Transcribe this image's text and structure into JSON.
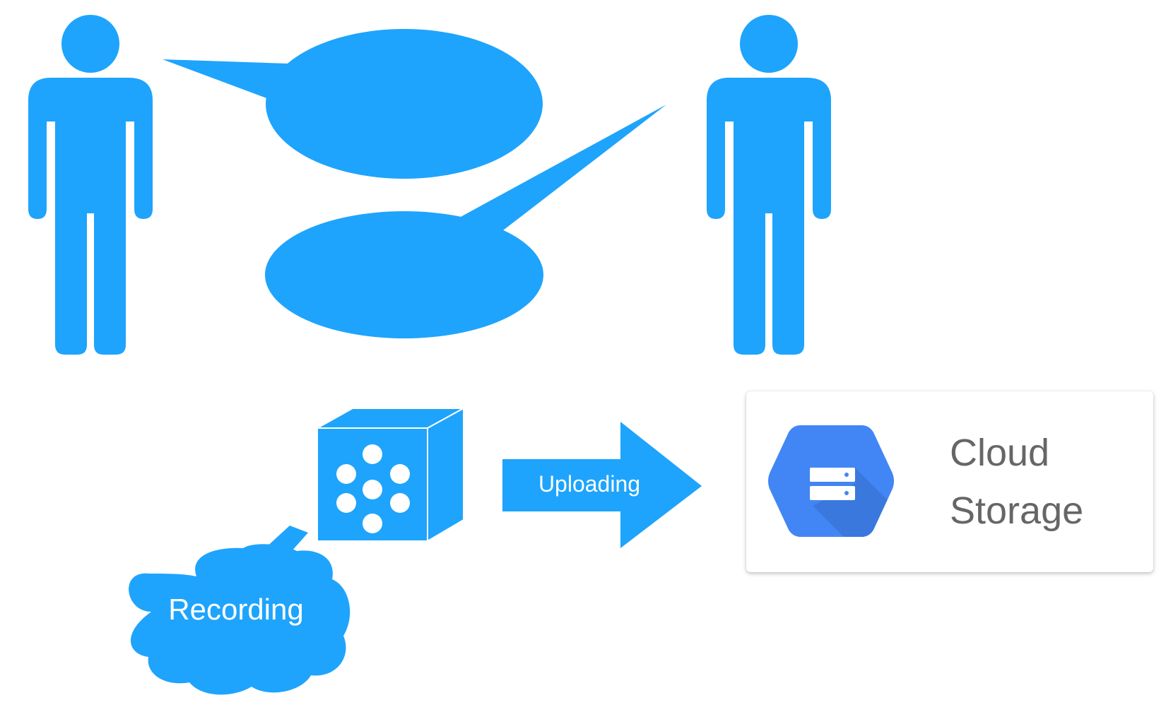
{
  "colors": {
    "primary_blue": "#1ea4fc",
    "white": "#ffffff",
    "gcs_blue": "#4286f5",
    "gcs_shadow": "#3a78dd",
    "gcs_text": "#666666"
  },
  "recording": {
    "label": "Recording"
  },
  "upload_arrow": {
    "label": "Uploading"
  },
  "cloud_storage": {
    "line1": "Cloud",
    "line2": "Storage",
    "icon": "google-cloud-storage-icon"
  },
  "icons": {
    "person_left": "person-icon",
    "person_right": "person-icon",
    "speech_bubble_top": "speech-bubble-icon",
    "speech_bubble_bottom": "speech-bubble-icon",
    "device": "recording-device-icon",
    "thought_cloud": "cloud-bubble-icon"
  }
}
